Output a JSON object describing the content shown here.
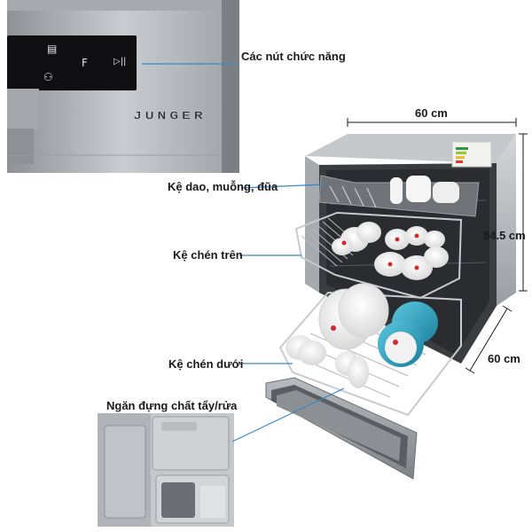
{
  "labels": {
    "function_buttons": "Các nút chức năng",
    "cutlery_rack": "Kệ dao, muỗng, đũa",
    "upper_rack": "Kệ chén trên",
    "lower_rack": "Kệ chén dưới",
    "detergent_compartment": "Ngăn đựng chất tẩy/rửa"
  },
  "dimensions": {
    "width_top": "60 cm",
    "height": "84.5 cm",
    "depth": "60 cm"
  },
  "brand_logo_text": "JUNGER",
  "control_panel": {
    "button_f": "F",
    "button_play": "▷||",
    "button_top": "▤",
    "button_lock": "⚇",
    "panel_color": "#0f0f12"
  },
  "colors": {
    "appliance_steel": "#b9bcc0",
    "interior_dark": "#2a2c30",
    "callout_line": "#3a86c8",
    "dish_white": "#f4f4f4",
    "bowl_teal": "#2a9bb8",
    "dish_red_dot": "#d12a2a"
  }
}
